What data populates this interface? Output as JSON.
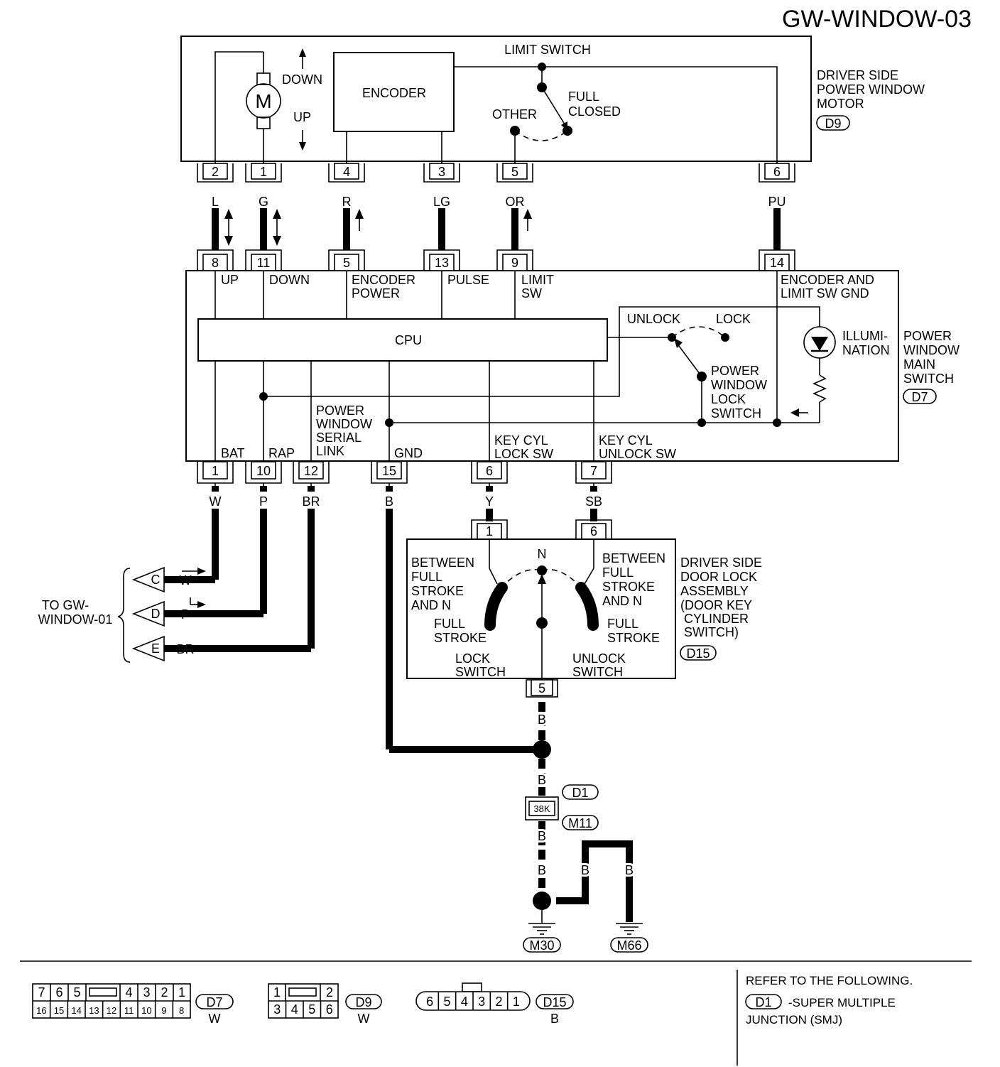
{
  "title": "GW-WINDOW-03",
  "motor": {
    "limit_switch": "LIMIT SWITCH",
    "down": "DOWN",
    "up": "UP",
    "motor_symbol": "M",
    "encoder": "ENCODER",
    "other": "OTHER",
    "full": "FULL",
    "closed": "CLOSED",
    "name_l1": "DRIVER SIDE",
    "name_l2": "POWER WINDOW",
    "name_l3": "MOTOR",
    "code": "D9",
    "pins": [
      "2",
      "1",
      "4",
      "3",
      "5",
      "6"
    ],
    "wires": [
      "L",
      "G",
      "R",
      "LG",
      "OR",
      "PU"
    ]
  },
  "main_switch": {
    "pins_top": [
      "8",
      "11",
      "5",
      "13",
      "9",
      "14"
    ],
    "up": "UP",
    "down": "DOWN",
    "encoder_l1": "ENCODER",
    "encoder_l2": "POWER",
    "pulse": "PULSE",
    "limit_l1": "LIMIT",
    "limit_l2": "SW",
    "gnd_l1": "ENCODER AND",
    "gnd_l2": "LIMIT SW GND",
    "cpu": "CPU",
    "unlock": "UNLOCK",
    "lock": "LOCK",
    "illum_l1": "ILLUMI-",
    "illum_l2": "NATION",
    "pwl_l1": "POWER",
    "pwl_l2": "WINDOW",
    "pwl_l3": "LOCK",
    "pwl_l4": "SWITCH",
    "serial_l1": "POWER",
    "serial_l2": "WINDOW",
    "serial_l3": "SERIAL",
    "serial_l4": "LINK",
    "bat": "BAT",
    "rap": "RAP",
    "gnd": "GND",
    "keylock_l1": "KEY CYL",
    "keylock_l2": "LOCK SW",
    "keyunlock_l1": "KEY CYL",
    "keyunlock_l2": "UNLOCK SW",
    "name_l1": "POWER",
    "name_l2": "WINDOW",
    "name_l3": "MAIN",
    "name_l4": "SWITCH",
    "code": "D7",
    "pins_bottom": [
      "1",
      "10",
      "12",
      "15",
      "6",
      "7"
    ],
    "wires_bottom": [
      "W",
      "P",
      "BR",
      "B",
      "Y",
      "SB"
    ]
  },
  "to_window": {
    "label_l1": "TO GW-",
    "label_l2": "WINDOW-01",
    "connectors": [
      "C",
      "D",
      "E"
    ],
    "wires": [
      "W",
      "P",
      "BR"
    ]
  },
  "door_lock": {
    "pins_top": [
      "1",
      "6"
    ],
    "n": "N",
    "between_l1": "BETWEEN",
    "between_l2": "FULL",
    "between_l3": "STROKE",
    "between_l4": "AND N",
    "full_l1": "FULL",
    "full_l2": "STROKE",
    "lock_l1": "LOCK",
    "lock_l2": "SWITCH",
    "unlock_l1": "UNLOCK",
    "unlock_l2": "SWITCH",
    "name_l1": "DRIVER SIDE",
    "name_l2": "DOOR LOCK",
    "name_l3": "ASSEMBLY",
    "name_l4": "(DOOR KEY",
    "name_l5": "CYLINDER",
    "name_l6": "SWITCH)",
    "code": "D15",
    "pin_bottom": "5"
  },
  "ground": {
    "wire": "B",
    "joint_code": "D1",
    "joint_value": "38K",
    "joint_code2": "M11",
    "ground1": "M30",
    "ground2": "M66"
  },
  "legend": {
    "d7_top": [
      "7",
      "6",
      "5",
      "",
      "4",
      "3",
      "2",
      "1"
    ],
    "d7_bottom": [
      "16",
      "15",
      "14",
      "13",
      "12",
      "11",
      "10",
      "9",
      "8"
    ],
    "d7_code": "D7",
    "d7_color": "W",
    "d9_top": [
      "1",
      "",
      "2"
    ],
    "d9_bottom": [
      "3",
      "4",
      "5",
      "6"
    ],
    "d9_code": "D9",
    "d9_color": "W",
    "d15_pins": [
      "6",
      "5",
      "4",
      "3",
      "2",
      "1"
    ],
    "d15_code": "D15",
    "d15_color": "B",
    "refer": "REFER TO THE FOLLOWING.",
    "smj_code": "D1",
    "smj_l1": "-SUPER MULTIPLE",
    "smj_l2": "JUNCTION (SMJ)"
  }
}
